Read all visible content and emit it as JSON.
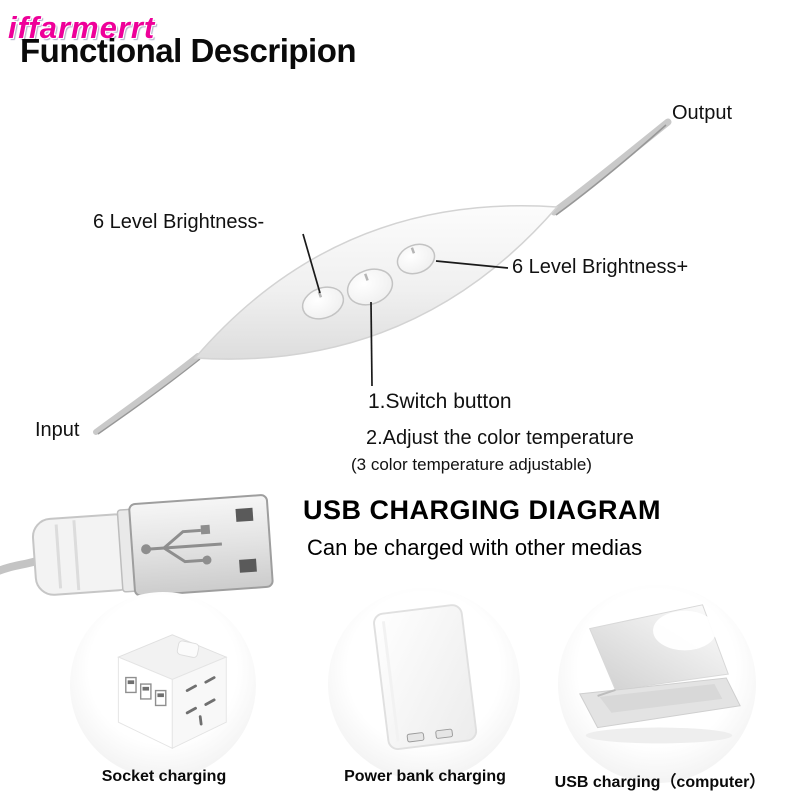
{
  "watermark": "iffarmerrt",
  "title": "Functional Descripion",
  "diagram": {
    "output_label": "Output",
    "input_label": "Input",
    "brightness_minus_label": "6 Level Brightness-",
    "brightness_plus_label": "6 Level Brightness+",
    "switch_label": "1.Switch button",
    "color_temp_label": "2.Adjust the color temperature",
    "color_temp_sub_label": "(3 color temperature adjustable)"
  },
  "usb_section": {
    "heading": "USB CHARGING DIAGRAM",
    "subheading": "Can be charged with other medias"
  },
  "charging_options": [
    {
      "label": "Socket charging"
    },
    {
      "label": "Power bank charging"
    },
    {
      "label": "USB charging（computer）"
    }
  ],
  "colors": {
    "watermark": "#ee0099",
    "text": "#0a0a0a",
    "device_body": "#efefef",
    "cable": "#c9c9c9"
  }
}
